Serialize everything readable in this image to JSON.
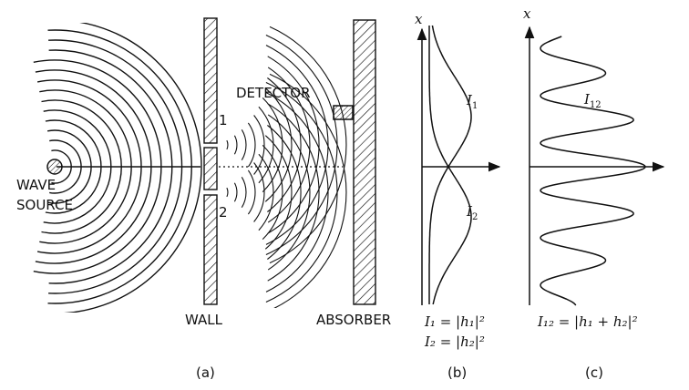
{
  "panel_a": {
    "source_label_1": "WAVE",
    "source_label_2": "SOURCE",
    "wall_label": "WALL",
    "detector_label": "DETECTOR",
    "absorber_label": "ABSORBER",
    "hole_1": "1",
    "hole_2": "2",
    "caption": "(a)"
  },
  "panel_b": {
    "axis_label": "x",
    "curve_1_label": "I",
    "curve_1_sub": "1",
    "curve_2_label": "I",
    "curve_2_sub": "2",
    "eq_1": "I₁ = |h₁|²",
    "eq_2": "I₂ = |h₂|²",
    "caption": "(b)"
  },
  "panel_c": {
    "axis_label": "x",
    "curve_label": "I",
    "curve_sub": "12",
    "eq": "I₁₂ = |h₁ + h₂|²",
    "caption": "(c)"
  },
  "colors": {
    "ink": "#111111",
    "background": "#ffffff",
    "source_fill": "#888888"
  }
}
